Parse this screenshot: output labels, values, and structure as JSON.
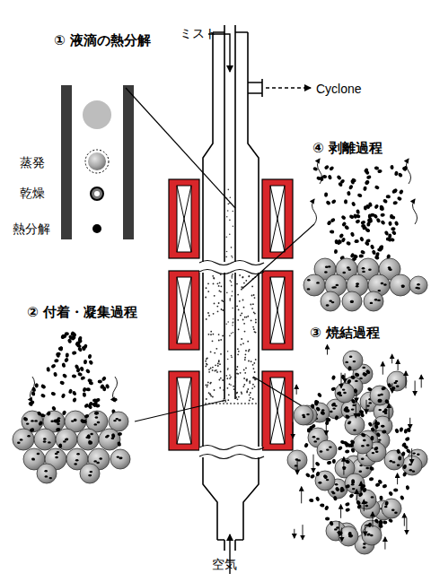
{
  "diagram": {
    "labels": [
      "ミスト",
      "① 液滴の熱分解",
      "Cyclone",
      "蒸発",
      "④ 剥離過程",
      "乾燥",
      "熱分解",
      "② 付着・凝集過程",
      "③ 焼結過程",
      "空気"
    ]
  }
}
